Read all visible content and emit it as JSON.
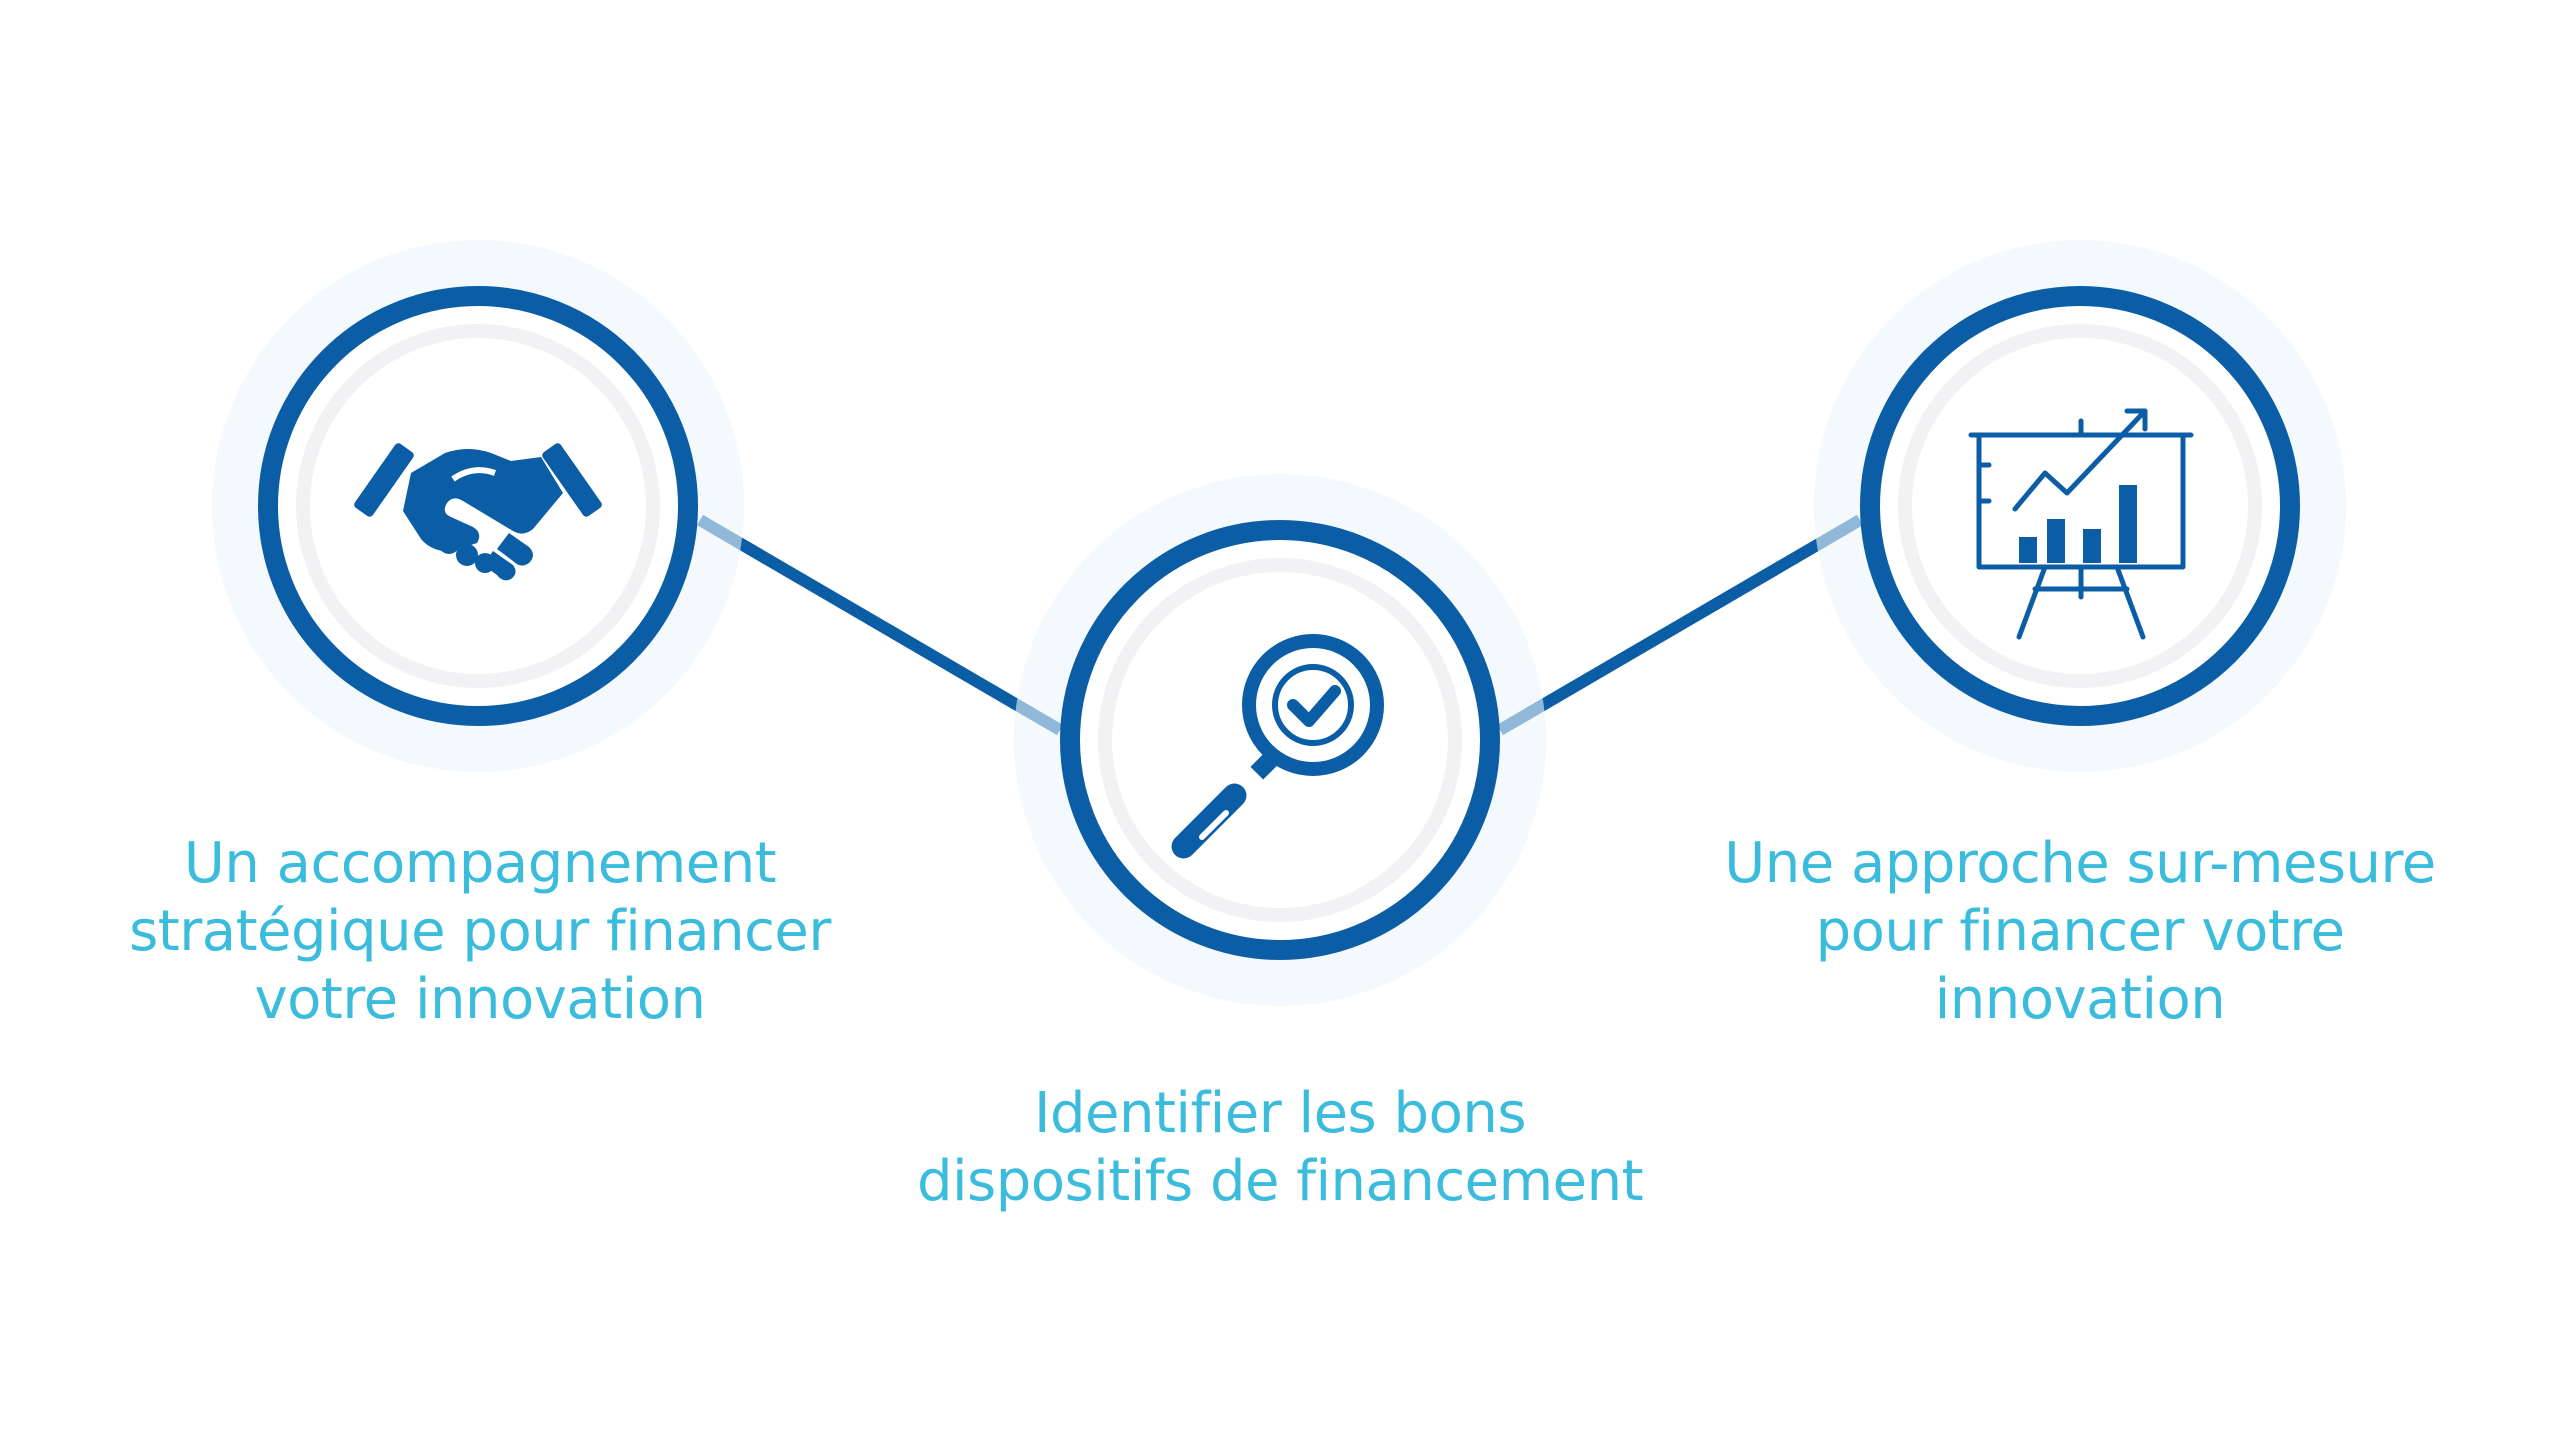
{
  "colors": {
    "ring": "#0b5ea6",
    "connector": "#0b5ea6",
    "caption": "#3cbcdc",
    "icon": "#0b5ea6",
    "inner_bg": "#f2f2f4"
  },
  "steps": [
    {
      "icon": "handshake-icon",
      "caption_lines": [
        "Un accompagnement",
        "stratégique pour financer",
        "votre innovation"
      ]
    },
    {
      "icon": "magnifier-check-icon",
      "caption_lines": [
        "Identifier les bons",
        "dispositifs de financement"
      ]
    },
    {
      "icon": "presentation-chart-icon",
      "caption_lines": [
        "Une approche sur-mesure",
        "pour financer votre",
        "innovation"
      ]
    }
  ]
}
